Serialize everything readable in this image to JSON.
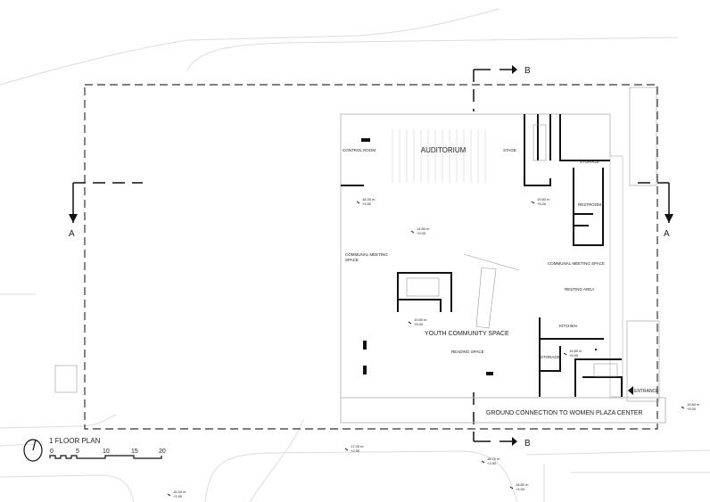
{
  "plan": {
    "title": "1 FLOOR PLAN",
    "scale_ticks": [
      "0",
      "5",
      "10",
      "15",
      "20"
    ],
    "section_markers": {
      "a": "A",
      "b": "B"
    }
  },
  "rooms": {
    "auditorium": "AUDITORIUM",
    "control_room": "CONTROL ROOM",
    "stage": "STAGE",
    "storage_top": "STORAGE",
    "restroom": "RESTROOM",
    "communal_left_1": "COMMUNAL MEETING",
    "communal_left_2": "SPACE",
    "communal_right": "COMMUNAL MEETING SPACE",
    "resting_area": "RESTING AREA",
    "youth": "YOUTH COMMUNITY SPACE",
    "reading": "READING SPACE",
    "kitchen": "KITCHEN",
    "storage_bottom": "STORAGE",
    "entrance": "ENTRANCE",
    "ground_connection": "GROUND CONNECTION TO WOMEN PLAZA CENTER"
  },
  "levels": [
    {
      "abs": "18.30 m",
      "rel": "+3.50"
    },
    {
      "abs": "19.80 m",
      "rel": "+5.00"
    },
    {
      "abs": "14.80 m",
      "rel": "+0.00"
    },
    {
      "abs": "19.80 m",
      "rel": "+5.00"
    },
    {
      "abs": "19.80 m",
      "rel": "+5.00"
    },
    {
      "abs": "19.80 m",
      "rel": "+5.00"
    },
    {
      "abs": "17.30 m",
      "rel": "+2.50"
    },
    {
      "abs": "18.70 m",
      "rel": "+3.90"
    },
    {
      "abs": "18.80 m",
      "rel": "+4.00"
    },
    {
      "abs": "16.30 m",
      "rel": "+1.50"
    }
  ],
  "colors": {
    "line": "#111111",
    "light": "#c8c8c8",
    "dash": "#333333"
  }
}
